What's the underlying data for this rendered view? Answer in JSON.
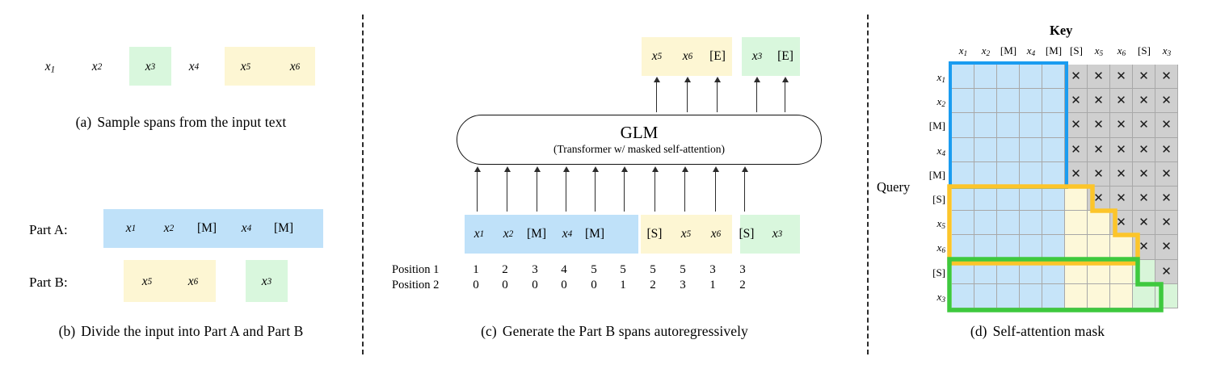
{
  "figure": {
    "colors": {
      "blue_fill": "#bfe1f9",
      "yellow_fill": "#fdf6d3",
      "green_fill": "#d9f7dd",
      "blue_outline": "#1a9cf0",
      "yellow_outline": "#fcc52a",
      "green_outline": "#3ec93e",
      "gray_masked": "#cfcfcf",
      "grid_line": "#a8a8a8"
    }
  },
  "panel_a": {
    "caption_label": "(a)",
    "caption_text": "Sample spans from the input text",
    "tokens": [
      {
        "text": "x₁",
        "base": "x",
        "sub": "1",
        "highlight": "none"
      },
      {
        "text": "x₂",
        "base": "x",
        "sub": "2",
        "highlight": "none"
      },
      {
        "text": "x₃",
        "base": "x",
        "sub": "3",
        "highlight": "green"
      },
      {
        "text": "x₄",
        "base": "x",
        "sub": "4",
        "highlight": "none"
      },
      {
        "text": "x₅",
        "base": "x",
        "sub": "5",
        "highlight": "yellow"
      },
      {
        "text": "x₆",
        "base": "x",
        "sub": "6",
        "highlight": "yellow"
      }
    ]
  },
  "panel_b": {
    "caption_label": "(b)",
    "caption_text": "Divide the input into Part A and Part B",
    "part_a_label": "Part A:",
    "part_b_label": "Part B:",
    "part_a_tokens": [
      {
        "base": "x",
        "sub": "1",
        "kind": "var"
      },
      {
        "base": "x",
        "sub": "2",
        "kind": "var"
      },
      {
        "base": "[M]",
        "sub": "",
        "kind": "special"
      },
      {
        "base": "x",
        "sub": "4",
        "kind": "var"
      },
      {
        "base": "[M]",
        "sub": "",
        "kind": "special"
      }
    ],
    "part_b_span_1": [
      {
        "base": "x",
        "sub": "5",
        "kind": "var"
      },
      {
        "base": "x",
        "sub": "6",
        "kind": "var"
      }
    ],
    "part_b_span_2": [
      {
        "base": "x",
        "sub": "3",
        "kind": "var"
      }
    ]
  },
  "panel_c": {
    "caption_label": "(c)",
    "caption_text": "Generate the Part B spans autoregressively",
    "model_name": "GLM",
    "model_subtitle": "(Transformer w/ masked self-attention)",
    "outputs": [
      {
        "base": "x",
        "sub": "5",
        "kind": "var",
        "group": "yellow"
      },
      {
        "base": "x",
        "sub": "6",
        "kind": "var",
        "group": "yellow"
      },
      {
        "base": "[E]",
        "sub": "",
        "kind": "special",
        "group": "yellow"
      },
      {
        "base": "x",
        "sub": "3",
        "kind": "var",
        "group": "green"
      },
      {
        "base": "[E]",
        "sub": "",
        "kind": "special",
        "group": "green"
      }
    ],
    "inputs": [
      {
        "base": "x",
        "sub": "1",
        "kind": "var",
        "group": "blue"
      },
      {
        "base": "x",
        "sub": "2",
        "kind": "var",
        "group": "blue"
      },
      {
        "base": "[M]",
        "sub": "",
        "kind": "special",
        "group": "blue"
      },
      {
        "base": "x",
        "sub": "4",
        "kind": "var",
        "group": "blue"
      },
      {
        "base": "[M]",
        "sub": "",
        "kind": "special",
        "group": "blue"
      },
      {
        "base": "[S]",
        "sub": "",
        "kind": "special",
        "group": "yellow"
      },
      {
        "base": "x",
        "sub": "5",
        "kind": "var",
        "group": "yellow"
      },
      {
        "base": "x",
        "sub": "6",
        "kind": "var",
        "group": "yellow"
      },
      {
        "base": "[S]",
        "sub": "",
        "kind": "special",
        "group": "green"
      },
      {
        "base": "x",
        "sub": "3",
        "kind": "var",
        "group": "green"
      }
    ],
    "position1_label": "Position 1",
    "position2_label": "Position 2",
    "position1": [
      1,
      2,
      3,
      4,
      5,
      5,
      5,
      5,
      3,
      3
    ],
    "position2": [
      0,
      0,
      0,
      0,
      0,
      1,
      2,
      3,
      1,
      2
    ]
  },
  "panel_d": {
    "caption_label": "(d)",
    "caption_text": "Self-attention mask",
    "key_label": "Key",
    "query_label": "Query",
    "columns": [
      {
        "base": "x",
        "sub": "1",
        "kind": "var"
      },
      {
        "base": "x",
        "sub": "2",
        "kind": "var"
      },
      {
        "base": "[M]",
        "sub": "",
        "kind": "special"
      },
      {
        "base": "x",
        "sub": "4",
        "kind": "var"
      },
      {
        "base": "[M]",
        "sub": "",
        "kind": "special"
      },
      {
        "base": "[S]",
        "sub": "",
        "kind": "special"
      },
      {
        "base": "x",
        "sub": "5",
        "kind": "var"
      },
      {
        "base": "x",
        "sub": "6",
        "kind": "var"
      },
      {
        "base": "[S]",
        "sub": "",
        "kind": "special"
      },
      {
        "base": "x",
        "sub": "3",
        "kind": "var"
      }
    ],
    "rows": [
      {
        "base": "x",
        "sub": "1",
        "kind": "var"
      },
      {
        "base": "x",
        "sub": "2",
        "kind": "var"
      },
      {
        "base": "[M]",
        "sub": "",
        "kind": "special"
      },
      {
        "base": "x",
        "sub": "4",
        "kind": "var"
      },
      {
        "base": "[M]",
        "sub": "",
        "kind": "special"
      },
      {
        "base": "[S]",
        "sub": "",
        "kind": "special"
      },
      {
        "base": "x",
        "sub": "5",
        "kind": "var"
      },
      {
        "base": "x",
        "sub": "6",
        "kind": "var"
      },
      {
        "base": "[S]",
        "sub": "",
        "kind": "special"
      },
      {
        "base": "x",
        "sub": "3",
        "kind": "var"
      }
    ],
    "masked_glyph": "✕",
    "mask_matrix": [
      [
        "blue",
        "blue",
        "blue",
        "blue",
        "blue",
        "x",
        "x",
        "x",
        "x",
        "x"
      ],
      [
        "blue",
        "blue",
        "blue",
        "blue",
        "blue",
        "x",
        "x",
        "x",
        "x",
        "x"
      ],
      [
        "blue",
        "blue",
        "blue",
        "blue",
        "blue",
        "x",
        "x",
        "x",
        "x",
        "x"
      ],
      [
        "blue",
        "blue",
        "blue",
        "blue",
        "blue",
        "x",
        "x",
        "x",
        "x",
        "x"
      ],
      [
        "blue",
        "blue",
        "blue",
        "blue",
        "blue",
        "x",
        "x",
        "x",
        "x",
        "x"
      ],
      [
        "blue",
        "blue",
        "blue",
        "blue",
        "blue",
        "yellow",
        "x",
        "x",
        "x",
        "x"
      ],
      [
        "blue",
        "blue",
        "blue",
        "blue",
        "blue",
        "yellow",
        "yellow",
        "x",
        "x",
        "x"
      ],
      [
        "blue",
        "blue",
        "blue",
        "blue",
        "blue",
        "yellow",
        "yellow",
        "yellow",
        "x",
        "x"
      ],
      [
        "blue",
        "blue",
        "blue",
        "blue",
        "blue",
        "yellow",
        "yellow",
        "yellow",
        "green",
        "x"
      ],
      [
        "blue",
        "blue",
        "blue",
        "blue",
        "blue",
        "yellow",
        "yellow",
        "yellow",
        "green",
        "green"
      ]
    ]
  }
}
